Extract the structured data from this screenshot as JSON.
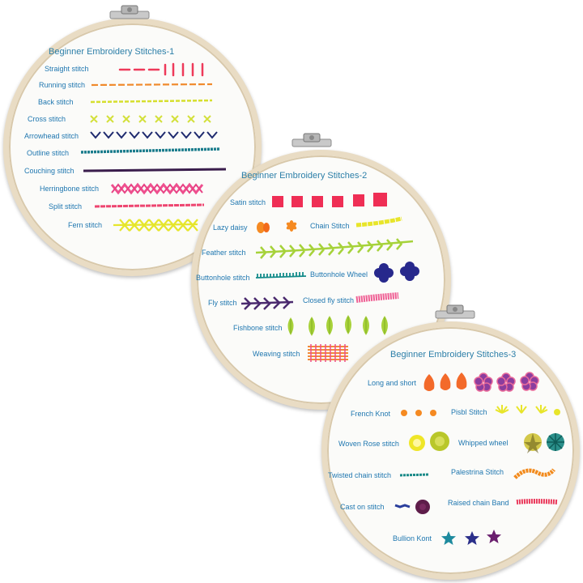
{
  "colors": {
    "hoop": "#e9dcc4",
    "fabric": "#fbfbf9",
    "text": "#1f77b0"
  },
  "hoop1": {
    "title": "Beginner Embroidery Stitches-1",
    "stitches": [
      "Straight stitch",
      "Running stitch",
      "Back stitch",
      "Cross stitch",
      "Arrowhead stitch",
      "Outline stitch",
      "Couching stitch",
      "Herringbone stitch",
      "Split stitch",
      "Fern stitch"
    ]
  },
  "hoop2": {
    "title": "Beginner Embroidery Stitches-2",
    "stitches": [
      "Satin stitch",
      "Lazy daisy",
      "Chain Stitch",
      "Feather stitch",
      "Buttonhole stitch",
      "Buttonhole Wheel",
      "Fly stitch",
      "Closed fly stitch",
      "Fishbone stitch",
      "Weaving stitch"
    ]
  },
  "hoop3": {
    "title": "Beginner Embroidery Stitches-3",
    "stitches": [
      "Long and short",
      "French Knot",
      "Pisbl Stitch",
      "Woven Rose stitch",
      "Whipped wheel",
      "Twisted chain stitch",
      "Palestrina Stitch",
      "Cast on stitch",
      "Raised chain Band",
      "Bullion Kont"
    ]
  }
}
